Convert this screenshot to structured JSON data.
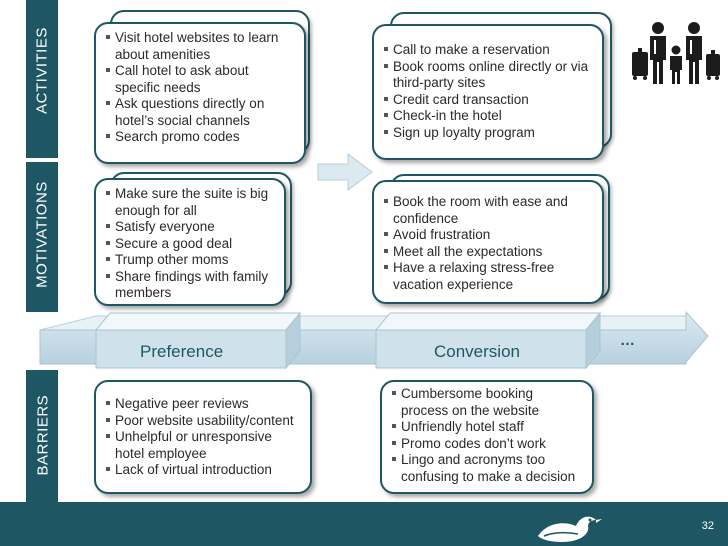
{
  "sections": {
    "activities": "ACTIVITIES",
    "motivations": "MOTIVATIONS",
    "barriers": "BARRIERS"
  },
  "stages": {
    "preference": "Preference",
    "conversion": "Conversion",
    "more": "…"
  },
  "activities": {
    "preference": [
      "Visit hotel websites to learn about amenities",
      "Call hotel to ask about specific needs",
      "Ask questions directly on hotel’s social channels",
      "Search promo codes"
    ],
    "conversion": [
      "Call to make a reservation",
      "Book rooms online directly or via third-party sites",
      "Credit card transaction",
      "Check-in the hotel",
      "Sign up loyalty program"
    ]
  },
  "motivations": {
    "preference": [
      "Make sure the suite is big enough for all",
      "Satisfy everyone",
      "Secure a good deal",
      "Trump other moms",
      "Share findings with family members"
    ],
    "conversion": [
      "Book the room with ease and confidence",
      "Avoid frustration",
      "Meet all the expectations",
      "Have a relaxing stress-free vacation experience"
    ]
  },
  "barriers": {
    "preference": [
      "Negative peer reviews",
      "Poor website usability/content",
      "Unhelpful or unresponsive hotel employee",
      "Lack of virtual introduction"
    ],
    "conversion": [
      "Cumbersome booking process on the website",
      "Unfriendly hotel staff",
      "Promo codes don’t work",
      "Lingo and acronyms too confusing to make a decision"
    ]
  },
  "footer": {
    "page_number": "32"
  },
  "colors": {
    "teal": "#1e5763",
    "band": "#c9dfe9",
    "arrow": "#d6e8f0"
  },
  "icons": {
    "family": "family-travel-icon",
    "logo": "duck-logo-icon"
  }
}
